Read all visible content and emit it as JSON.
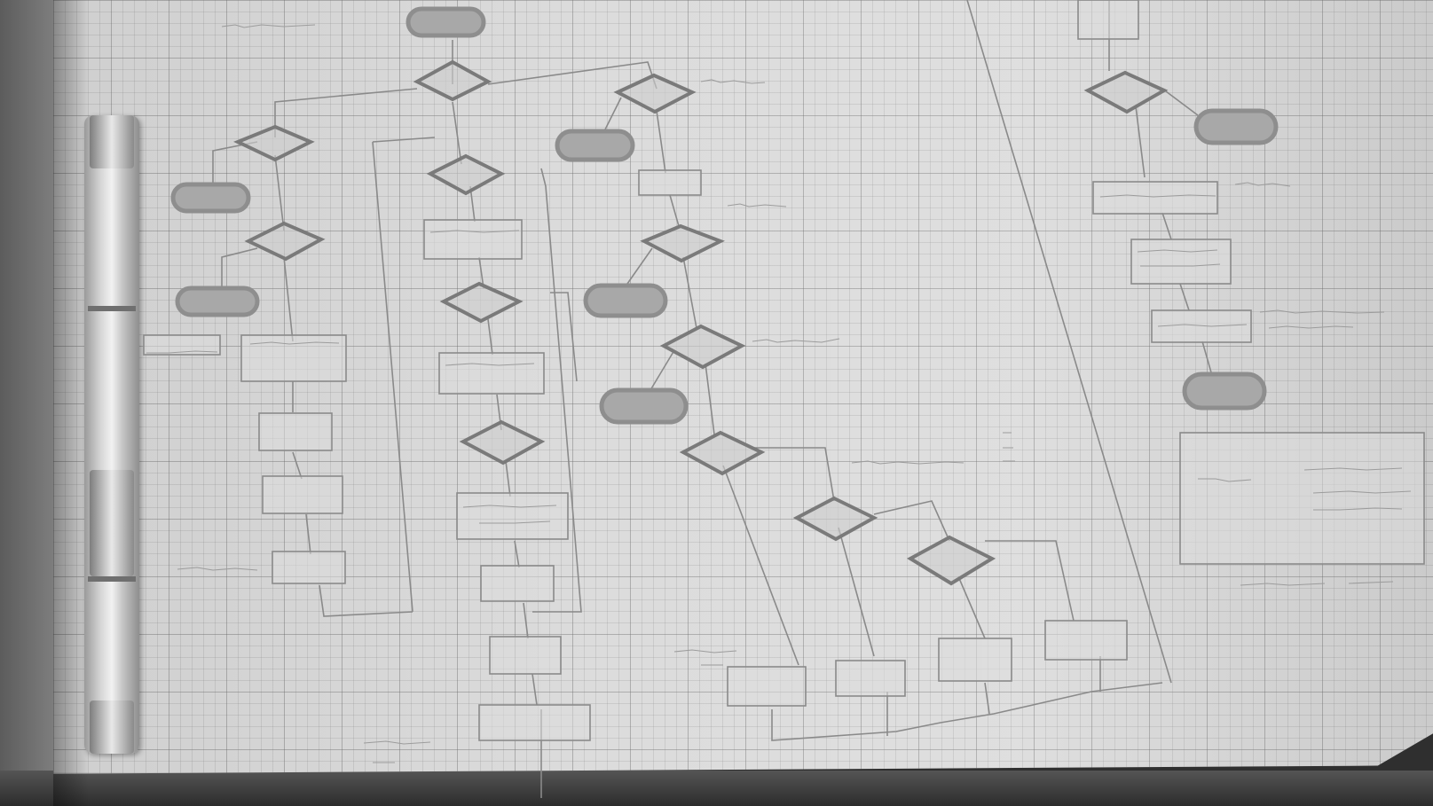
{
  "scene": {
    "description_colors": {
      "paper": "#dcdcdc",
      "grid": "#8a8a8a",
      "ink": "#8a8a8a",
      "desk": "#3a3a3a"
    },
    "objects": [
      "graph-paper-sheet",
      "binder-strip",
      "hand-drawn-flowchart"
    ]
  }
}
